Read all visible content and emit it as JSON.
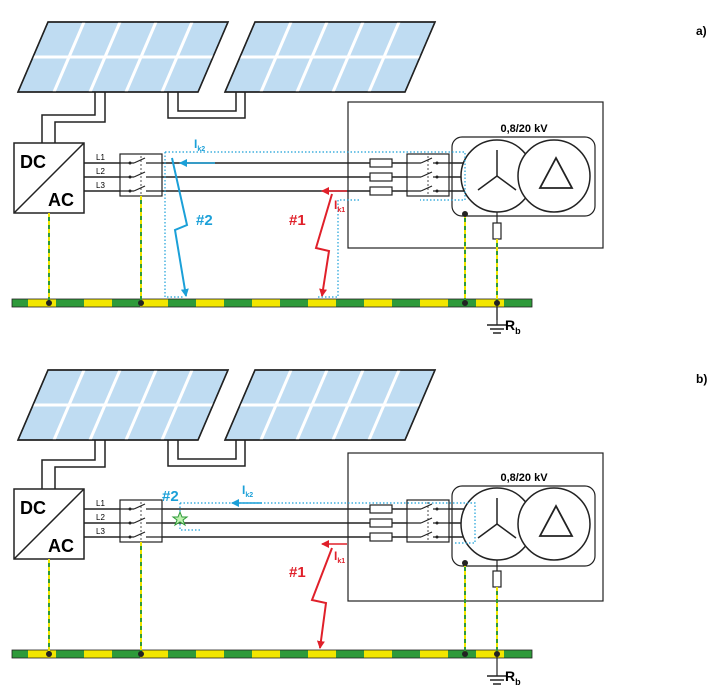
{
  "panels": [
    {
      "id": "a",
      "label": "a)",
      "inverter": {
        "top": "DC",
        "bottom": "AC"
      },
      "phases": [
        "L1",
        "L2",
        "L3"
      ],
      "transformer_rating": "0,8/20 kV",
      "fault_1": {
        "label": "#1",
        "current_main": "I",
        "current_sub": "k1"
      },
      "fault_2": {
        "label": "#2",
        "current_main": "I",
        "current_sub": "k2"
      },
      "ground_resistor": {
        "main": "R",
        "sub": "b"
      }
    },
    {
      "id": "b",
      "label": "b)",
      "inverter": {
        "top": "DC",
        "bottom": "AC"
      },
      "phases": [
        "L1",
        "L2",
        "L3"
      ],
      "transformer_rating": "0,8/20 kV",
      "fault_1": {
        "label": "#1",
        "current_main": "I",
        "current_sub": "k1"
      },
      "fault_2": {
        "label": "#2",
        "current_main": "I",
        "current_sub": "k2"
      },
      "ground_resistor": {
        "main": "R",
        "sub": "b"
      }
    }
  ],
  "colors": {
    "panel_fill": "#bfdcf2",
    "line": "#222222",
    "fault_1": "#e0202a",
    "fault_2": "#1ba0d8",
    "earth_green": "#2e9a3a",
    "earth_yellow": "#f2e600"
  }
}
